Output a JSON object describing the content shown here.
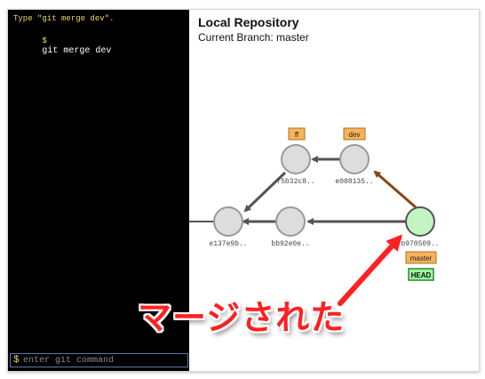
{
  "terminal": {
    "hint": "Type \"git merge dev\".",
    "prompt_symbol": "$",
    "command": "git merge dev",
    "input_placeholder": "enter git command"
  },
  "repo": {
    "title": "Local Repository",
    "branch_line": "Current Branch: master"
  },
  "commits": [
    {
      "id": "f5b32c8..",
      "label": "f5b32c8.."
    },
    {
      "id": "e088135..",
      "label": "e088135.."
    },
    {
      "id": "e137e9b..",
      "label": "e137e9b.."
    },
    {
      "id": "bb92e0e..",
      "label": "bb92e0e.."
    },
    {
      "id": "b970509..",
      "label": "b970509.."
    }
  ],
  "branch_tags": {
    "ff": "ff",
    "dev": "dev",
    "master": "master",
    "head": "HEAD"
  },
  "annotation": {
    "caption": "マージされた"
  },
  "colors": {
    "terminal_bg": "#000000",
    "prompt": "#e8d56a",
    "commit_fill": "#dddddd",
    "head_commit_fill": "#c2f5c2",
    "branch_tag": "#f5b35a",
    "head_tag": "#9ef59e",
    "arrow": "#ff2020",
    "merge_edge": "#8b4513"
  }
}
